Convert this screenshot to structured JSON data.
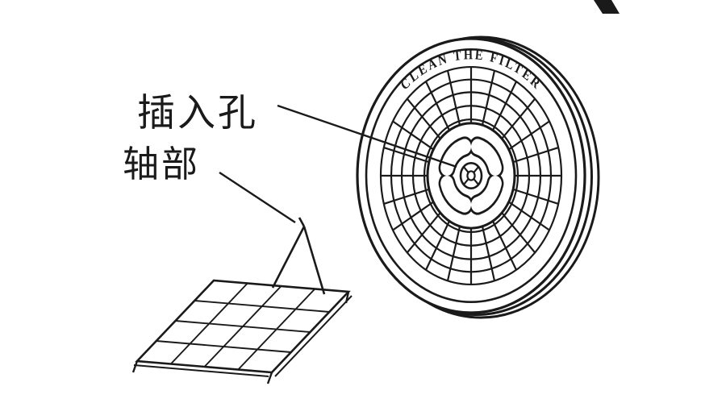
{
  "colors": {
    "ink": "#1a1a1a",
    "background": "#ffffff"
  },
  "diagram": {
    "labels": {
      "insertion_hole": "插入孔",
      "shaft": "轴部"
    },
    "filter": {
      "engraving": "CLEAN THE FILTER",
      "part_name": "lint-filter-disc"
    },
    "rack": {
      "part_name": "wire-drying-rack"
    }
  }
}
